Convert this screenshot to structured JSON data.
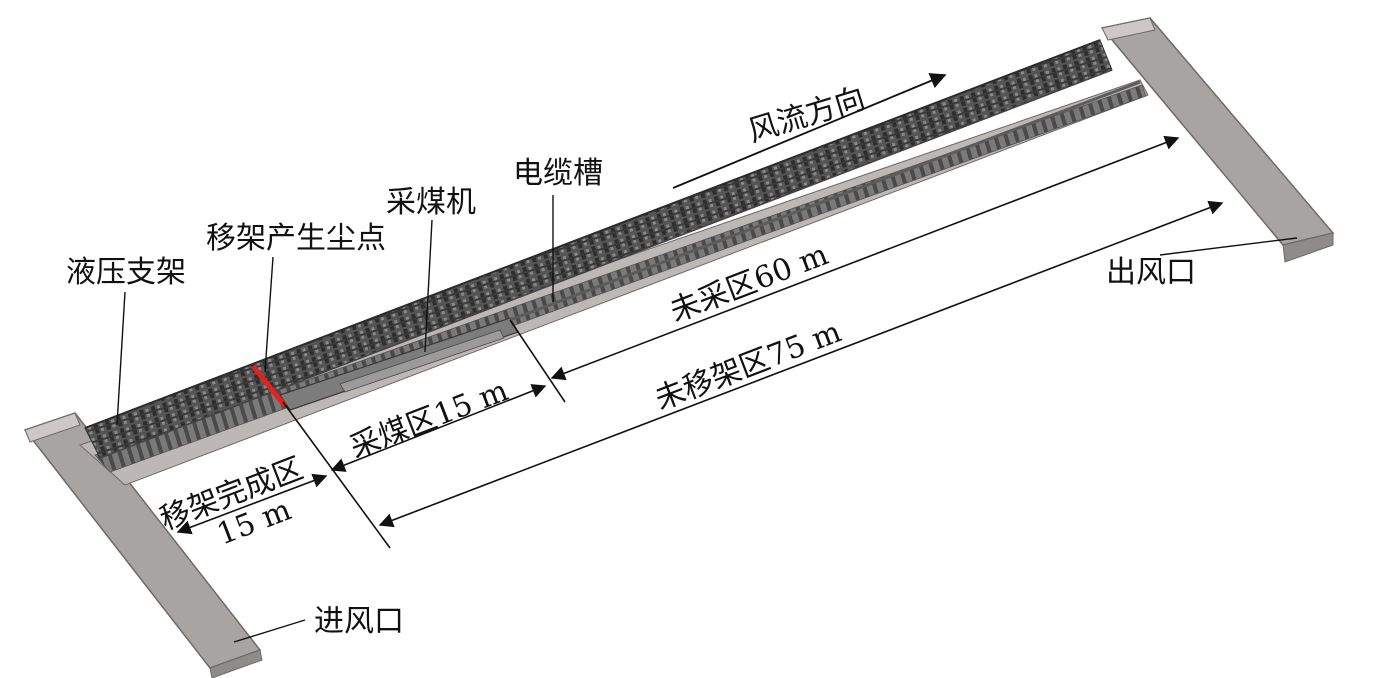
{
  "labels": {
    "hydraulic_support": "液压支架",
    "dust_point": "移架产生尘点",
    "shearer": "采煤机",
    "cable_trough": "电缆槽",
    "airflow_direction": "风流方向",
    "outlet": "出风口",
    "inlet": "进风口",
    "unmined_zone": "未采区60 m",
    "unmoved_zone": "未移架区75 m",
    "mining_zone": "采煤区15 m",
    "moved_zone": "移架完成区",
    "moved_zone_length": "15 m"
  },
  "colors": {
    "roadway_fill": "#a8a4a1",
    "roadway_top": "#cdc8c5",
    "roadway_edge": "#6f6a67",
    "support_dark": "#3d3d3d",
    "support_mid": "#6b6b6b",
    "dust_point": "#e0231c",
    "line": "#111111"
  }
}
